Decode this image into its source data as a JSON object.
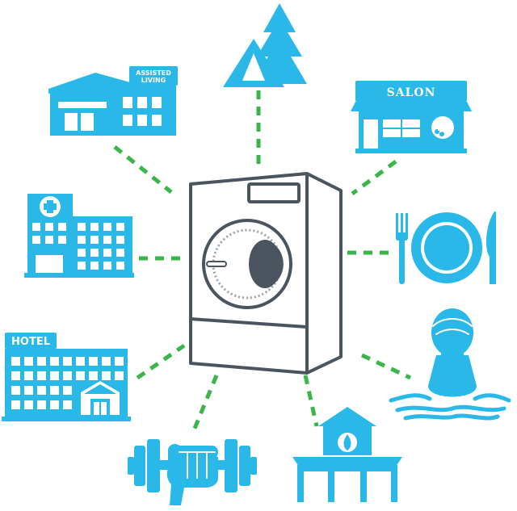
{
  "colors": {
    "icon": "#29b8e8",
    "connector": "#3ab54a",
    "machine_stroke": "#4a5560",
    "machine_fill": "#ffffff",
    "drum_dark": "#4a5560",
    "drum_light": "#9aa3ab",
    "sign_text": "#ffffff"
  },
  "center": {
    "icon": "washing-machine-icon"
  },
  "nodes": [
    {
      "key": "assisted-living",
      "icon": "assisted-living-building-icon",
      "sign_line1": "ASSISTED",
      "sign_line2": "LIVING"
    },
    {
      "key": "campground",
      "icon": "tent-and-pine-tree-icon"
    },
    {
      "key": "salon",
      "icon": "salon-storefront-icon",
      "sign": "SALON"
    },
    {
      "key": "hospital",
      "icon": "hospital-building-icon"
    },
    {
      "key": "restaurant",
      "icon": "plate-fork-knife-icon"
    },
    {
      "key": "hotel",
      "icon": "hotel-building-icon",
      "sign": "HOTEL"
    },
    {
      "key": "swim",
      "icon": "swimmer-with-cap-icon"
    },
    {
      "key": "gym",
      "icon": "dumbbell-with-fist-icon"
    },
    {
      "key": "fire-station",
      "icon": "fire-station-icon"
    }
  ]
}
